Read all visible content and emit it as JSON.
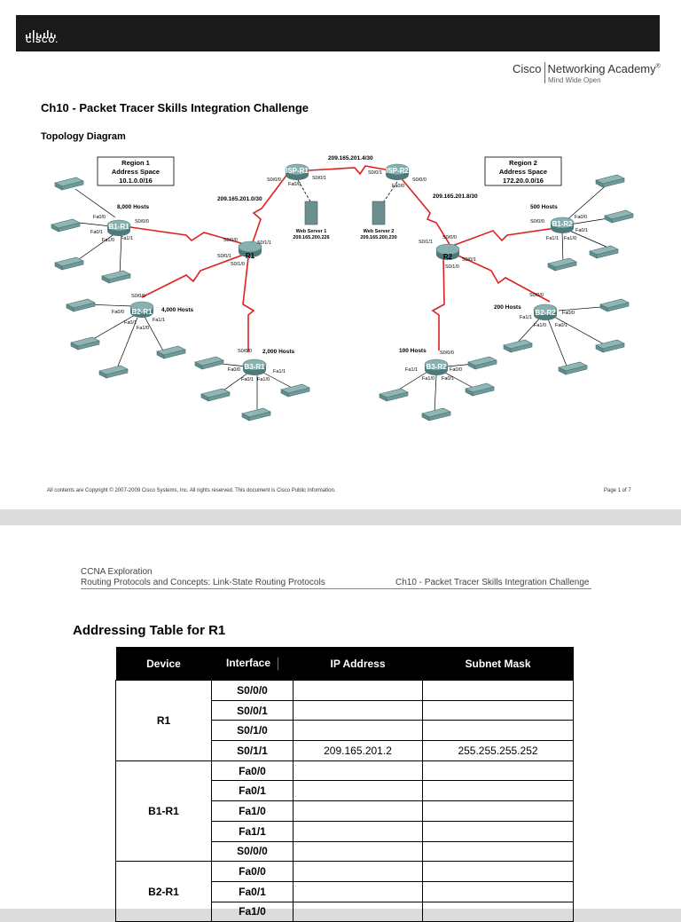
{
  "header": {
    "brand_cisco": "Cisco",
    "brand_academy": "Networking Academy",
    "brand_mark": "®",
    "tagline": "Mind Wide Open",
    "logo_text": "CISCO."
  },
  "doc": {
    "title": "Ch10 - Packet Tracer Skills Integration Challenge",
    "topology_heading": "Topology Diagram",
    "footer_left": "All contents are Copyright © 2007-2009 Cisco Systems, Inc. All rights reserved. This document is Cisco Public Information.",
    "footer_right": "Page 1 of 7"
  },
  "diagram": {
    "region1": [
      "Region 1",
      "Address Space",
      "10.1.0.0/16"
    ],
    "region2": [
      "Region 2",
      "Address Space",
      "172.20.0.0/16"
    ],
    "isp_link": "209.165.201.4/30",
    "r1_isp_net": "209.165.201.0/30",
    "r2_isp_net": "209.165.201.8/30",
    "routers": {
      "isp_r1": "ISP-R1",
      "isp_r2": "ISP-R2",
      "r1": "R1",
      "r2": "R2",
      "b1_r1": "B1-R1",
      "b2_r1": "B2-R1",
      "b3_r1": "B3-R1",
      "b1_r2": "B1-R2",
      "b2_r2": "B2-R2",
      "b3_r2": "B3-R2"
    },
    "hosts": {
      "b1_r1": "8,000 Hosts",
      "b2_r1": "4,000 Hosts",
      "b3_r1": "2,000 Hosts",
      "b1_r2": "500 Hosts",
      "b2_r2": "200 Hosts",
      "b3_r2": "100 Hosts"
    },
    "servers": {
      "ws1": "Web Server 1",
      "ws1_ip": "209.165.200.226",
      "ws2": "Web Server 2",
      "ws2_ip": "209.165.200.230"
    },
    "ports": {
      "s000": "S0/0/0",
      "s001": "S0/0/1",
      "s010": "S0/1/0",
      "s011": "S0/1/1",
      "fa00": "Fa0/0",
      "fa01": "Fa0/1",
      "fa10": "Fa1/0",
      "fa11": "Fa1/1"
    }
  },
  "page2": {
    "hdr_line1": "CCNA Exploration",
    "hdr_line2": "Routing Protocols and Concepts: Link-State Routing Protocols",
    "hdr_right": "Ch10 - Packet Tracer Skills Integration Challenge",
    "section_title": "Addressing Table for R1",
    "columns": [
      "Device",
      "Interface",
      "IP Address",
      "Subnet Mask"
    ],
    "groups": [
      {
        "device": "R1",
        "rows": [
          {
            "intf": "S0/0/0",
            "ip": "",
            "mask": ""
          },
          {
            "intf": "S0/0/1",
            "ip": "",
            "mask": ""
          },
          {
            "intf": "S0/1/0",
            "ip": "",
            "mask": ""
          },
          {
            "intf": "S0/1/1",
            "ip": "209.165.201.2",
            "mask": "255.255.255.252"
          }
        ]
      },
      {
        "device": "B1-R1",
        "rows": [
          {
            "intf": "Fa0/0",
            "ip": "",
            "mask": ""
          },
          {
            "intf": "Fa0/1",
            "ip": "",
            "mask": ""
          },
          {
            "intf": "Fa1/0",
            "ip": "",
            "mask": ""
          },
          {
            "intf": "Fa1/1",
            "ip": "",
            "mask": ""
          },
          {
            "intf": "S0/0/0",
            "ip": "",
            "mask": ""
          }
        ]
      },
      {
        "device": "B2-R1",
        "rows": [
          {
            "intf": "Fa0/0",
            "ip": "",
            "mask": ""
          },
          {
            "intf": "Fa0/1",
            "ip": "",
            "mask": ""
          },
          {
            "intf": "Fa1/0",
            "ip": "",
            "mask": ""
          }
        ]
      }
    ]
  }
}
